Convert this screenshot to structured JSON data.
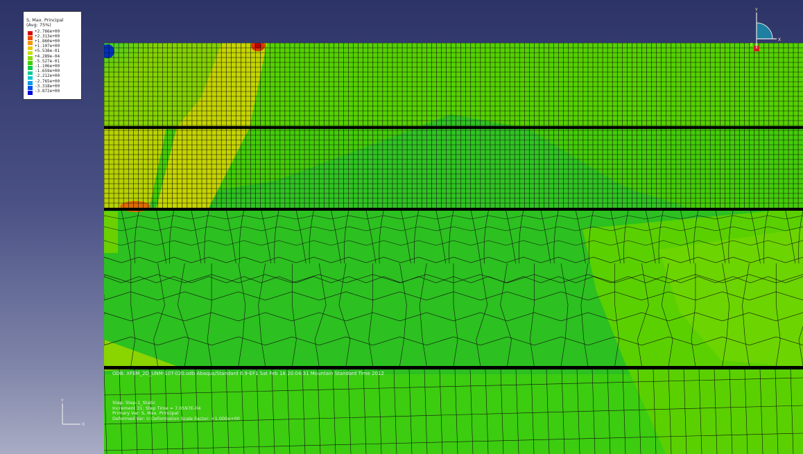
{
  "legend": {
    "title_line1": "S, Max. Principal",
    "title_line2": "(Avg: 75%)",
    "entries": [
      {
        "value": "+2.766e+00",
        "color": "#d80000"
      },
      {
        "value": "+2.313e+00",
        "color": "#ef4a00"
      },
      {
        "value": "+1.860e+00",
        "color": "#f79400"
      },
      {
        "value": "+1.107e+00",
        "color": "#e8c800"
      },
      {
        "value": "+5.538e-01",
        "color": "#c8e000"
      },
      {
        "value": "+4.289e-04",
        "color": "#8ade00"
      },
      {
        "value": "-5.527e-01",
        "color": "#3cd200"
      },
      {
        "value": "-1.106e+00",
        "color": "#00cc48"
      },
      {
        "value": "-1.659e+00",
        "color": "#00cc96"
      },
      {
        "value": "-2.212e+00",
        "color": "#00c6d4"
      },
      {
        "value": "-2.765e+00",
        "color": "#009ae8"
      },
      {
        "value": "-3.318e+00",
        "color": "#0050e8"
      },
      {
        "value": "-3.872e+00",
        "color": "#0000d8"
      }
    ]
  },
  "odb_info": "ODB: XFEM_2D_UNM-10T-020.odb    Abaqus/Standard 6.9-EF1    Sat Feb 18 20:04:31 Mountain Standard Time 2012",
  "step": {
    "step_line": "Step: Step-1_Static",
    "increment_line": "Increment     31: Step Time =    7.0597E-04",
    "primary_var_line": "Primary Var: S, Max. Principal",
    "deformed_var_line": "Deformed Var: U   Deformation Scale Factor: +1.000e+00"
  },
  "triad": {
    "view_y": "Y",
    "view_x": "X",
    "view_z": "Z",
    "global_y": "Y",
    "global_x": "X"
  },
  "colors": {
    "background_top": "#2c3367",
    "background_bottom": "#a9acc4",
    "mesh_line": "#111111",
    "green_main": "#3cd200",
    "green_dark": "#22c019"
  }
}
